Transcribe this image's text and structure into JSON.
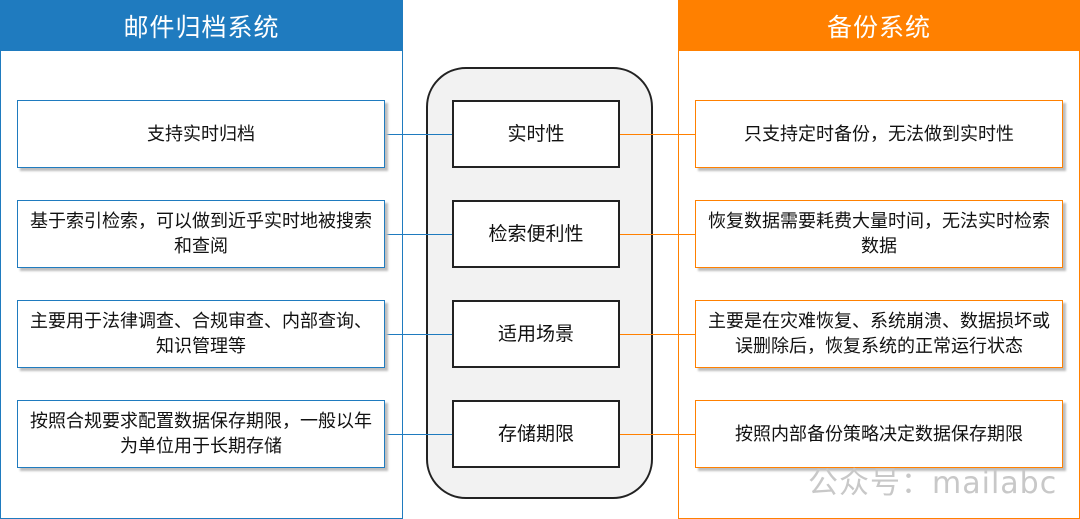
{
  "left_panel": {
    "title": "邮件归档系统"
  },
  "right_panel": {
    "title": "备份系统"
  },
  "rows": [
    {
      "left": "支持实时归档",
      "criterion": "实时性",
      "right": "只支持定时备份，无法做到实时性"
    },
    {
      "left": "基于索引检索，可以做到近乎实时地被搜索和查阅",
      "criterion": "检索便利性",
      "right": "恢复数据需要耗费大量时间，无法实时检索数据"
    },
    {
      "left": "主要用于法律调查、合规审查、内部查询、知识管理等",
      "criterion": "适用场景",
      "right": "主要是在灾难恢复、系统崩溃、数据损坏或误删除后，恢复系统的正常运行状态"
    },
    {
      "left": "按照合规要求配置数据保存期限，一般以年为单位用于长期存储",
      "criterion": "存储期限",
      "right": "按照内部备份策略决定数据保存期限"
    }
  ],
  "watermark": "公众号：mailabc",
  "colors": {
    "left_accent": "#1f7bbf",
    "right_accent": "#ff8000",
    "center_fill": "#f2f2f2"
  }
}
